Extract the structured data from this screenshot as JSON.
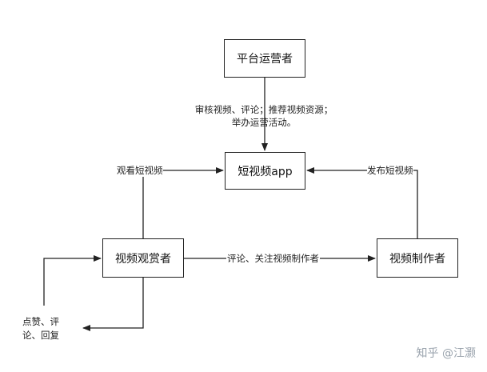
{
  "nodes": {
    "operator": "平台运营者",
    "app": "短视频app",
    "viewer": "视频观赏者",
    "creator": "视频制作者"
  },
  "edges": {
    "operator_actions_line1": "审核视频、评论；推荐视频资源；",
    "operator_actions_line2": "举办运营活动。",
    "watch": "观看短视频",
    "publish": "发布短视频",
    "comment_follow": "评论、关注视频制作者",
    "like_comment_reply": "点赞、评论、回复"
  },
  "watermark": "知乎 @江灏"
}
